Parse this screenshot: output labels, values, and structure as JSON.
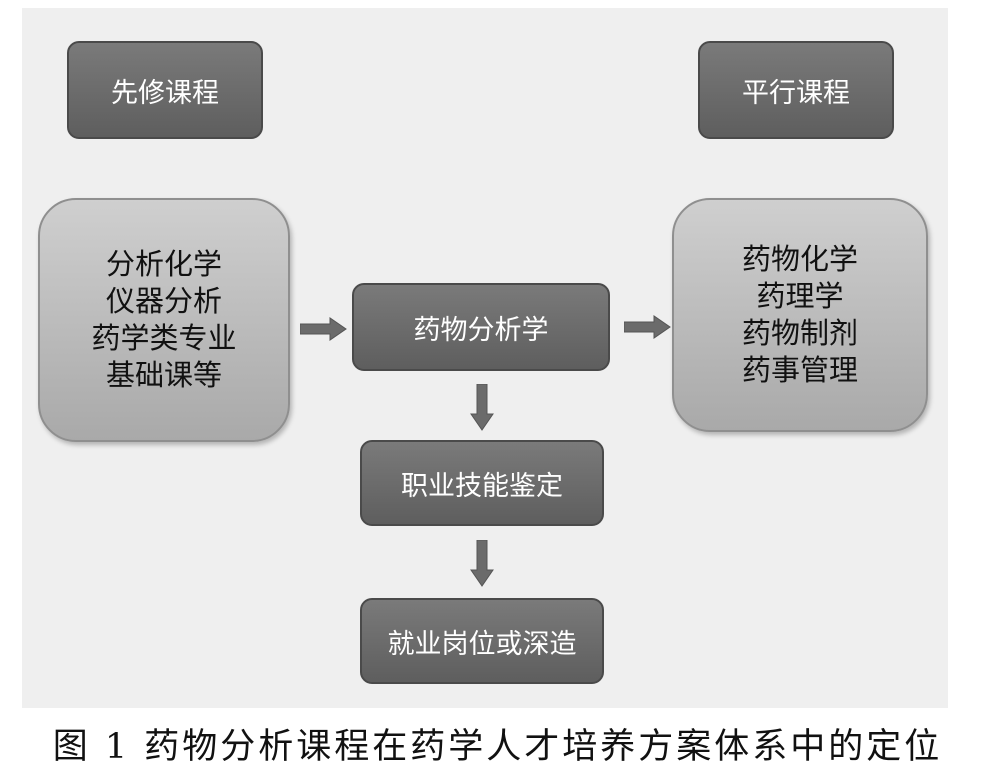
{
  "diagram": {
    "prerequisite_label": "先修课程",
    "parallel_label": "平行课程",
    "prerequisite_courses": "分析化学\n仪器分析\n药学类专业\n基础课等",
    "center_course": "药物分析学",
    "parallel_courses": "药物化学\n药理学\n药物制剂\n药事管理",
    "step1": "职业技能鉴定",
    "step2": "就业岗位或深造"
  },
  "caption": "图 1  药物分析课程在药学人才培养方案体系中的定位",
  "colors": {
    "panel": "#efefef",
    "dark_box": "#6b6b6b",
    "light_box": "#bfbfbf",
    "arrow": "#6b6b6b"
  }
}
